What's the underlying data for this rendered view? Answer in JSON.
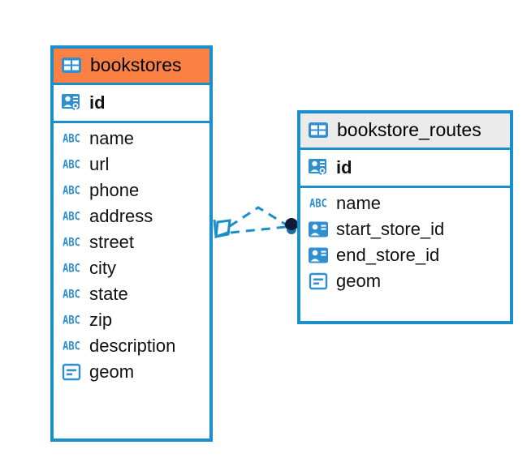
{
  "diagram": {
    "type": "entity-relationship-diagram",
    "background_color": "#ffffff",
    "accent_color": "#1b8ecd",
    "highlight_color": "#fb8044",
    "header_color": "#ebebeb"
  },
  "entities": [
    {
      "name": "bookstores",
      "title": "bookstores",
      "header_color": "#fb8044",
      "selected": true,
      "primary_key": {
        "name": "id",
        "icon": "primary-key-icon"
      },
      "fields": [
        {
          "name": "name",
          "icon": "abc-text-icon",
          "type_glyph": "ABC"
        },
        {
          "name": "url",
          "icon": "abc-text-icon",
          "type_glyph": "ABC"
        },
        {
          "name": "phone",
          "icon": "abc-text-icon",
          "type_glyph": "ABC"
        },
        {
          "name": "address",
          "icon": "abc-text-icon",
          "type_glyph": "ABC"
        },
        {
          "name": "street",
          "icon": "abc-text-icon",
          "type_glyph": "ABC"
        },
        {
          "name": "city",
          "icon": "abc-text-icon",
          "type_glyph": "ABC"
        },
        {
          "name": "state",
          "icon": "abc-text-icon",
          "type_glyph": "ABC"
        },
        {
          "name": "zip",
          "icon": "abc-text-icon",
          "type_glyph": "ABC"
        },
        {
          "name": "description",
          "icon": "abc-text-icon",
          "type_glyph": "ABC"
        },
        {
          "name": "geom",
          "icon": "geometry-icon",
          "type_glyph": ""
        }
      ]
    },
    {
      "name": "bookstore_routes",
      "title": "bookstore_routes",
      "header_color": "#ebebeb",
      "selected": false,
      "primary_key": {
        "name": "id",
        "icon": "primary-key-icon"
      },
      "fields": [
        {
          "name": "name",
          "icon": "abc-text-icon",
          "type_glyph": "ABC"
        },
        {
          "name": "start_store_id",
          "icon": "foreign-key-icon",
          "type_glyph": ""
        },
        {
          "name": "end_store_id",
          "icon": "foreign-key-icon",
          "type_glyph": ""
        },
        {
          "name": "geom",
          "icon": "geometry-icon",
          "type_glyph": ""
        }
      ]
    }
  ],
  "relationship": {
    "from_entity": "bookstores",
    "to_entity": "bookstore_routes",
    "line_style": "dashed",
    "line_color": "#1b8ecd",
    "source_marker": "crows-foot-diamond-marker",
    "target_marker": "filled-circle-marker",
    "target_marker_color": "#0b1c3a"
  },
  "icons": {
    "table_icon": "table-grid-icon",
    "primary_key_icon": "primary-key-icon",
    "foreign_key_icon": "foreign-key-icon",
    "text_icon": "abc-text-icon",
    "geometry_icon": "geometry-icon"
  }
}
